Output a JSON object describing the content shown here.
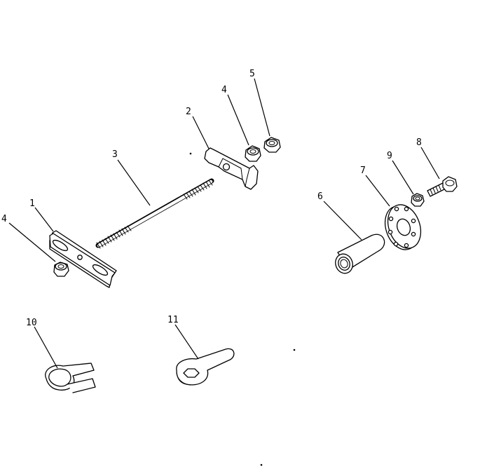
{
  "diagram": {
    "parts": [
      {
        "key": "p1",
        "callout": "1"
      },
      {
        "key": "p2",
        "callout": "2"
      },
      {
        "key": "p3",
        "callout": "3"
      },
      {
        "key": "p4a",
        "callout": "4"
      },
      {
        "key": "p4b",
        "callout": "4"
      },
      {
        "key": "p5",
        "callout": "5"
      },
      {
        "key": "p6",
        "callout": "6"
      },
      {
        "key": "p7",
        "callout": "7"
      },
      {
        "key": "p8",
        "callout": "8"
      },
      {
        "key": "p9",
        "callout": "9"
      },
      {
        "key": "p10",
        "callout": "10"
      },
      {
        "key": "p11",
        "callout": "11"
      }
    ]
  }
}
